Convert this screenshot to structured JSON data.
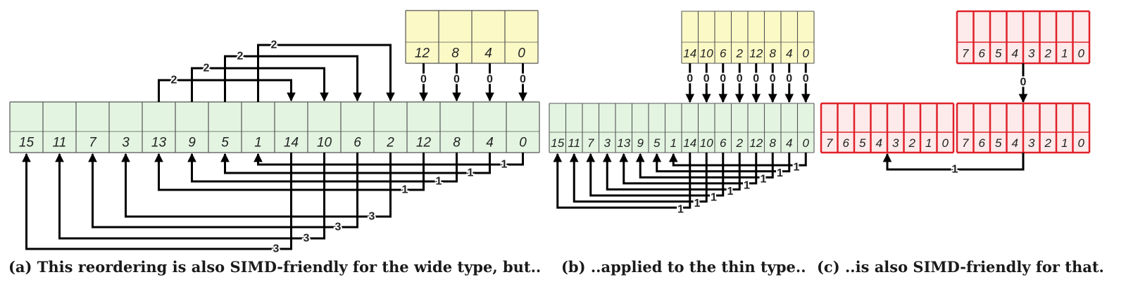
{
  "captions": {
    "a": "(a) This reordering is also SIMD-friendly for the wide type, but..",
    "b": "(b) ..applied to the thin type..",
    "c": "(c) ..is also SIMD-friendly for that."
  },
  "panel_a": {
    "top_register": [
      "12",
      "8",
      "4",
      "0"
    ],
    "bottom_register": [
      "15",
      "11",
      "7",
      "3",
      "13",
      "9",
      "5",
      "1",
      "14",
      "10",
      "6",
      "2",
      "12",
      "8",
      "4",
      "0"
    ],
    "arrow_labels": {
      "drop": "0",
      "round2": "2",
      "round1": "1",
      "round3": "3"
    }
  },
  "panel_b": {
    "top_register": [
      "14",
      "10",
      "6",
      "2",
      "12",
      "8",
      "4",
      "0"
    ],
    "bottom_register": [
      "15",
      "11",
      "7",
      "3",
      "13",
      "9",
      "5",
      "1",
      "14",
      "10",
      "6",
      "2",
      "12",
      "8",
      "4",
      "0"
    ],
    "arrow_labels": {
      "drop": "0",
      "round1": "1"
    }
  },
  "panel_c": {
    "top_register": [
      "7",
      "6",
      "5",
      "4",
      "3",
      "2",
      "1",
      "0"
    ],
    "bottom_left_register": [
      "7",
      "6",
      "5",
      "4",
      "3",
      "2",
      "1",
      "0"
    ],
    "bottom_right_register": [
      "7",
      "6",
      "5",
      "4",
      "3",
      "2",
      "1",
      "0"
    ],
    "arrow_labels": {
      "drop": "0",
      "shift": "1"
    }
  },
  "colors": {
    "green_fill": "#e3f5e1",
    "yellow_fill": "#fbf9c6",
    "pink_fill": "#fdeaea",
    "red_border": "#e0212a",
    "line": "#000000"
  }
}
